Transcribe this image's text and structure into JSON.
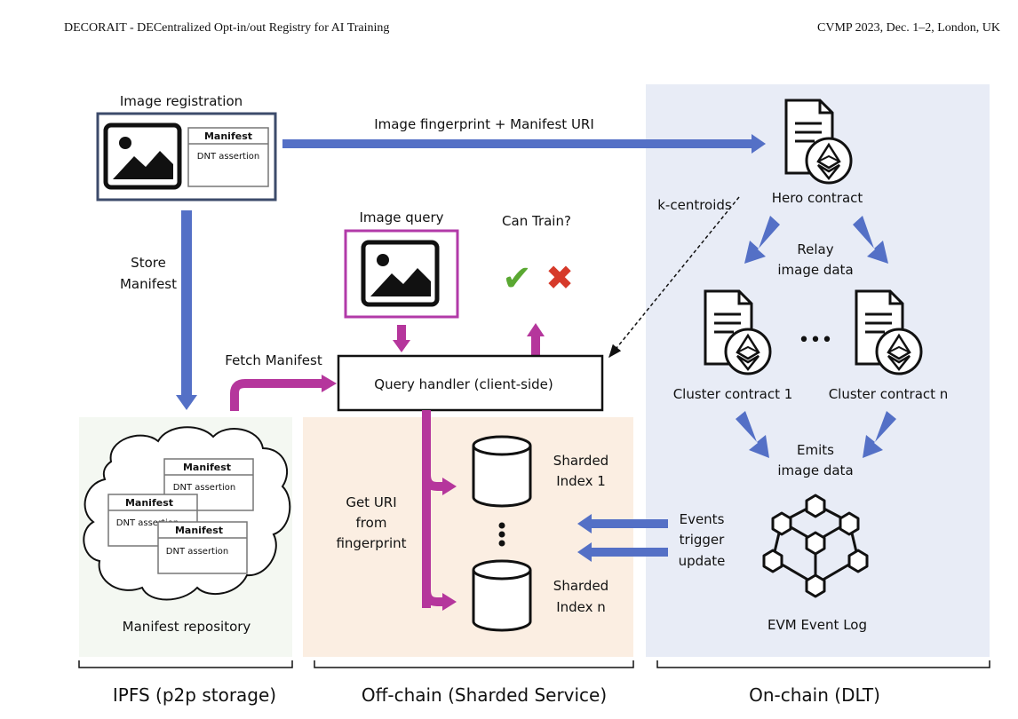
{
  "header": {
    "left": "DECORAIT - DECentralized Opt-in/out Registry for AI Training",
    "right": "CVMP 2023, Dec. 1–2, London, UK"
  },
  "colors": {
    "blue_arrow": "#5470c6",
    "magenta_arrow": "#b5369c",
    "ipfs_bg": "#f4f8f2",
    "offchain_bg": "#fbeee2",
    "onchain_bg": "#e8ecf6",
    "query_frame": "#b23aa8",
    "registration_frame": "#3c4b6b",
    "check": "#5aa832",
    "cross": "#d63a2a"
  },
  "diagram": {
    "image_registration": "Image registration",
    "manifest_title": "Manifest",
    "dnt_assertion": "DNT assertion",
    "fingerprint_uri": "Image fingerprint + Manifest URI",
    "store_manifest_1": "Store",
    "store_manifest_2": "Manifest",
    "image_query": "Image query",
    "can_train": "Can Train?",
    "check_mark": "✔",
    "cross_mark": "✖",
    "fetch_manifest": "Fetch Manifest",
    "query_handler": "Query handler (client-side)",
    "k_centroids": "k-centroids",
    "hero_contract": "Hero contract",
    "relay_1": "Relay",
    "relay_2": "image data",
    "cluster_1": "Cluster contract 1",
    "cluster_n": "Cluster contract n",
    "ellipsis": "•••",
    "emits_1": "Emits",
    "emits_2": "image data",
    "get_uri_1": "Get URI",
    "get_uri_2": "from",
    "get_uri_3": "fingerprint",
    "shard1_1": "Sharded",
    "shard1_2": "Index 1",
    "shardn_1": "Sharded",
    "shardn_2": "Index n",
    "events_1": "Events",
    "events_2": "trigger",
    "events_3": "update",
    "evm_log": "EVM Event Log",
    "manifest_repo": "Manifest repository",
    "ipfs_label": "IPFS (p2p storage)",
    "offchain_label": "Off-chain (Sharded Service)",
    "onchain_label": "On-chain (DLT)"
  }
}
